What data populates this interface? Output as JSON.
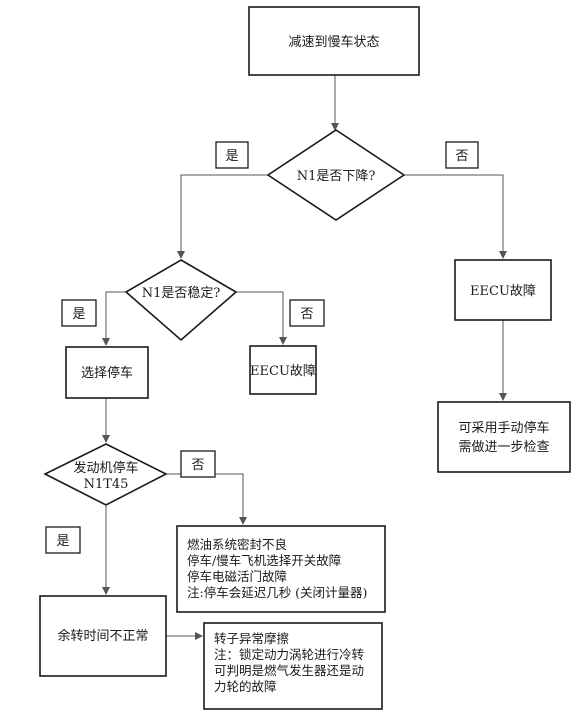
{
  "nodes": {
    "decelerate": "减速到慢车状态",
    "n1_decrease": "N1是否下降?",
    "n1_stable": "N1是否稳定?",
    "eecu_fault_right": "EECU故障",
    "eecu_fault_mid": "EECU故障",
    "manual_shutdown": [
      "可采用手动停车",
      "需做进一步检查"
    ],
    "select_shutdown": "选择停车",
    "engine_shutdown": [
      "发动机停车",
      "N1T45"
    ],
    "fuel_faults": [
      "燃油系统密封不良",
      "停车/慢车飞机选择开关故障",
      "停车电磁活门故障",
      "注:停车会延迟几秒 (关闭计量器)"
    ],
    "rundown_abnormal": "余转时间不正常",
    "rotor_friction": [
      "转子异常摩擦",
      "注：锁定动力涡轮进行冷转",
      "可判明是燃气发生器还是动",
      "力轮的故障"
    ]
  },
  "labels": {
    "yes_1": "是",
    "no_1": "否",
    "yes_2": "是",
    "no_2": "否",
    "no_3": "否",
    "yes_3": "是"
  }
}
